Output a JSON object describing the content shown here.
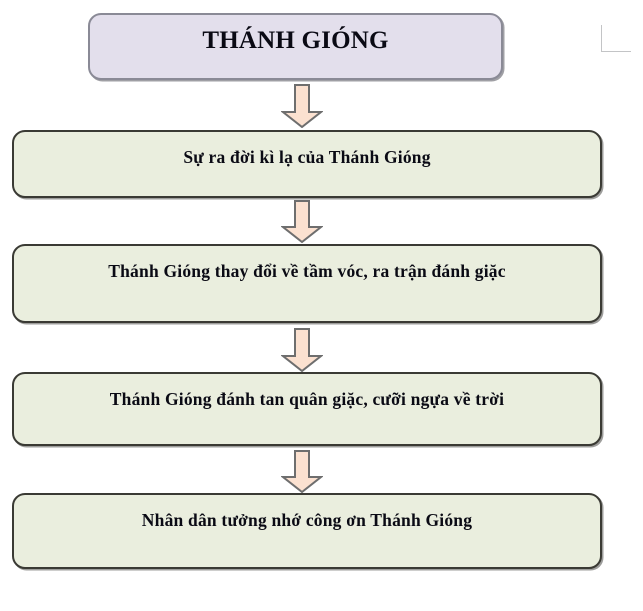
{
  "diagram": {
    "type": "vertical-flowchart",
    "title_node": {
      "label": "THÁNH GIÓNG",
      "fill_color": "#e3dfec",
      "border_color": "#8a8a96"
    },
    "steps": [
      {
        "label": "Sự ra đời kì lạ của Thánh Gióng",
        "fill_color": "#eaeede",
        "border_color": "#3a3a34"
      },
      {
        "label": "Thánh Gióng thay đổi về tầm vóc, ra trận đánh giặc",
        "fill_color": "#eaeede",
        "border_color": "#3a3a34"
      },
      {
        "label": "Thánh Gióng đánh tan quân giặc, cưỡi ngựa về trời",
        "fill_color": "#eaeede",
        "border_color": "#3a3a34"
      },
      {
        "label": "Nhân dân tưởng nhớ công ơn Thánh Gióng",
        "fill_color": "#eaeede",
        "border_color": "#3a3a34"
      }
    ],
    "connectors": [
      {
        "name": "down-arrow-1",
        "direction": "down",
        "fill_color": "#fbe1d0",
        "border_color": "#6e6e6e"
      },
      {
        "name": "down-arrow-2",
        "direction": "down",
        "fill_color": "#fbe1d0",
        "border_color": "#6e6e6e"
      },
      {
        "name": "down-arrow-3",
        "direction": "down",
        "fill_color": "#fbe1d0",
        "border_color": "#6e6e6e"
      },
      {
        "name": "down-arrow-4",
        "direction": "down",
        "fill_color": "#fbe1d0",
        "border_color": "#6e6e6e"
      }
    ],
    "corner_mark": {
      "name": "crop-corner-mark",
      "color": "#c3c4c6"
    },
    "background_color": "#ffffff"
  }
}
